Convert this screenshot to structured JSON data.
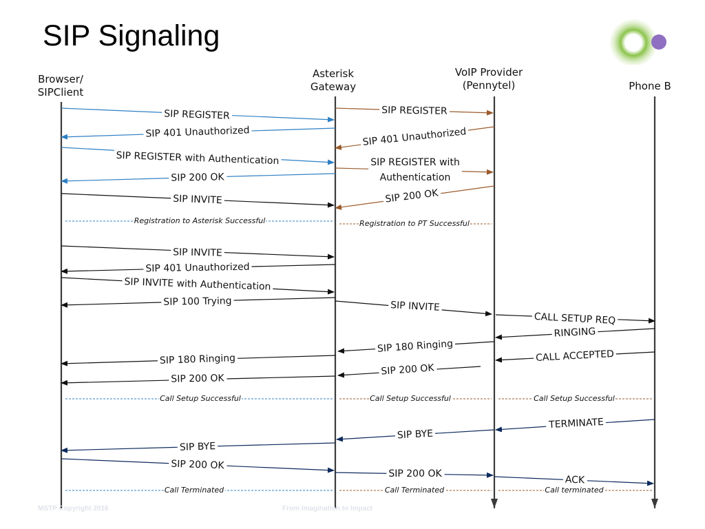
{
  "title": "SIP Signaling",
  "colors": {
    "blue": "#2e7fc3",
    "brown": "#9a5a2a",
    "black": "#111111",
    "navy": "#0d2a5c",
    "lifeline": "#3a3a3a",
    "logo_green": "#8bc34a",
    "logo_purple": "#8e6fc1"
  },
  "participants": [
    {
      "id": "browser",
      "label": "Browser/\nSIPClient"
    },
    {
      "id": "asterisk",
      "label": "Asterisk\nGateway"
    },
    {
      "id": "voip",
      "label": "VoIP Provider\n(Pennytel)"
    },
    {
      "id": "phone",
      "label": "Phone B"
    }
  ],
  "messages": [
    {
      "from": "browser",
      "to": "asterisk",
      "label": "SIP REGISTER",
      "color": "blue"
    },
    {
      "from": "asterisk",
      "to": "voip",
      "label": "SIP REGISTER",
      "color": "brown"
    },
    {
      "from": "asterisk",
      "to": "browser",
      "label": "SIP 401 Unauthorized",
      "color": "blue"
    },
    {
      "from": "voip",
      "to": "asterisk",
      "label": "SIP 401 Unauthorized",
      "color": "brown"
    },
    {
      "from": "browser",
      "to": "asterisk",
      "label": "SIP REGISTER with Authentication",
      "color": "blue"
    },
    {
      "from": "asterisk",
      "to": "voip",
      "label": "SIP REGISTER with\nAuthentication",
      "color": "brown"
    },
    {
      "from": "asterisk",
      "to": "browser",
      "label": "SIP 200 OK",
      "color": "blue"
    },
    {
      "from": "voip",
      "to": "asterisk",
      "label": "SIP 200 OK",
      "color": "brown"
    },
    {
      "from": "browser",
      "to": "asterisk",
      "label": "SIP  INVITE",
      "color": "black"
    },
    {
      "from": "browser",
      "to": "asterisk",
      "label": "SIP INVITE",
      "color": "black"
    },
    {
      "from": "asterisk",
      "to": "browser",
      "label": "SIP 401 Unauthorized",
      "color": "black"
    },
    {
      "from": "browser",
      "to": "asterisk",
      "label": "SIP INVITE with Authentication",
      "color": "black"
    },
    {
      "from": "asterisk",
      "to": "browser",
      "label": "SIP 100 Trying",
      "color": "black"
    },
    {
      "from": "asterisk",
      "to": "voip",
      "label": "SIP INVITE",
      "color": "black"
    },
    {
      "from": "voip",
      "to": "phone",
      "label": "CALL SETUP REQ",
      "color": "black"
    },
    {
      "from": "phone",
      "to": "voip",
      "label": "RINGING",
      "color": "black"
    },
    {
      "from": "voip",
      "to": "asterisk",
      "label": "SIP 180 Ringing",
      "color": "black"
    },
    {
      "from": "asterisk",
      "to": "browser",
      "label": "SIP 180 Ringing",
      "color": "black"
    },
    {
      "from": "phone",
      "to": "voip",
      "label": "CALL ACCEPTED",
      "color": "black"
    },
    {
      "from": "voip",
      "to": "asterisk",
      "label": "SIP 200 OK",
      "color": "black"
    },
    {
      "from": "asterisk",
      "to": "browser",
      "label": "SIP 200 OK",
      "color": "black"
    },
    {
      "from": "phone",
      "to": "voip",
      "label": "TERMINATE",
      "color": "navy"
    },
    {
      "from": "voip",
      "to": "asterisk",
      "label": "SIP BYE",
      "color": "navy"
    },
    {
      "from": "asterisk",
      "to": "browser",
      "label": "SIP BYE",
      "color": "navy"
    },
    {
      "from": "browser",
      "to": "asterisk",
      "label": "SIP 200 OK",
      "color": "navy"
    },
    {
      "from": "asterisk",
      "to": "voip",
      "label": "SIP 200 OK",
      "color": "navy"
    },
    {
      "from": "voip",
      "to": "phone",
      "label": "ACK",
      "color": "navy"
    }
  ],
  "status_lines": [
    {
      "from": "browser",
      "to": "asterisk",
      "label": "Registration to Asterisk Successful",
      "color": "blue"
    },
    {
      "from": "asterisk",
      "to": "voip",
      "label": "Registration to PT  Successful",
      "color": "brown"
    },
    {
      "from": "browser",
      "to": "asterisk",
      "label": "Call Setup Successful",
      "color": "blue"
    },
    {
      "from": "asterisk",
      "to": "voip",
      "label": "Call Setup Successful",
      "color": "brown"
    },
    {
      "from": "voip",
      "to": "phone",
      "label": "Call Setup Successful",
      "color": "brown"
    },
    {
      "from": "browser",
      "to": "asterisk",
      "label": "Call Terminated",
      "color": "blue"
    },
    {
      "from": "asterisk",
      "to": "voip",
      "label": "Call  Terminated",
      "color": "brown"
    },
    {
      "from": "voip",
      "to": "phone",
      "label": "Call terminated",
      "color": "brown"
    }
  ],
  "footer": {
    "left": "MSTP Copyright 2016",
    "center": "From Imagination to Impact"
  }
}
